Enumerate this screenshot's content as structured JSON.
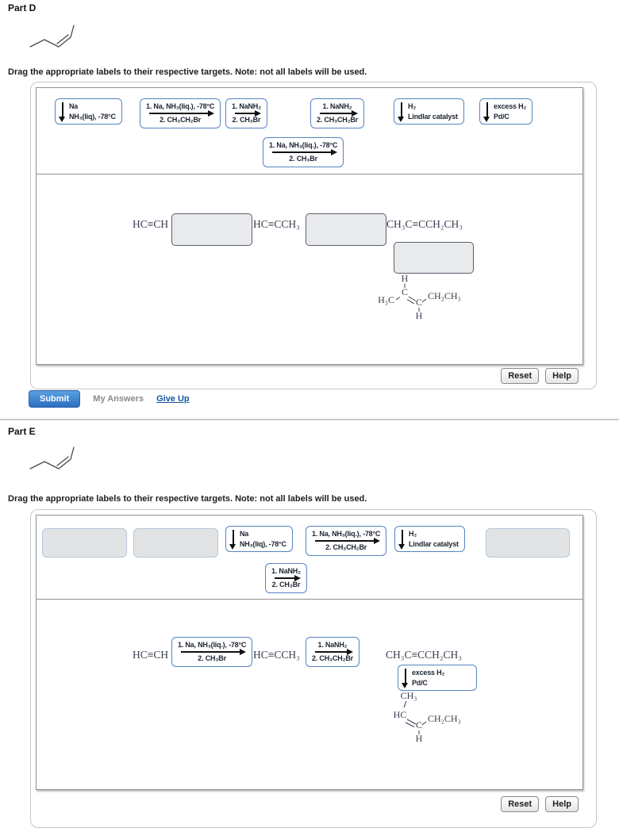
{
  "colors": {
    "label_border": "#5585c2",
    "label_text": "#1c2430",
    "target_fill": "#e9eaeb",
    "submit_blue": "#2d6fc0",
    "link_blue": "#15569d"
  },
  "partD": {
    "title": "Part D",
    "instruction": "Drag the appropriate labels to their respective targets. Note: not all labels will be used.",
    "bank1": [
      {
        "arrow": "down",
        "line1": "Na",
        "line2": "NH₃(liq), -78°C"
      },
      {
        "arrow": "right",
        "line1": "1. Na, NH₃(liq.), -78°C",
        "line2": "2. CH₃CH₂Br"
      },
      {
        "arrow": "right",
        "line1": "1. NaNH₂",
        "line2": "2. CH₃Br"
      },
      {
        "arrow": "right",
        "line1": "1. NaNH₂",
        "line2": "2. CH₃CH₂Br"
      },
      {
        "arrow": "down",
        "line1": "H₂",
        "line2": "Lindlar catalyst"
      },
      {
        "arrow": "down",
        "line1": "excess H₂",
        "line2": "Pd/C"
      }
    ],
    "bank2": [
      {
        "arrow": "right",
        "line1": "1. Na, NH₃(liq.), -78°C",
        "line2": "2. CH₃Br"
      }
    ],
    "formulas": {
      "f1": "HC≡CH",
      "f2": "HC≡CCH₃",
      "f3": "CH₃C≡CCH₂CH₃"
    },
    "product": {
      "top": "H",
      "c1": "C",
      "left": "H₃C",
      "c2": "C",
      "right": "CH₂CH₃",
      "bottom": "H"
    },
    "footer": {
      "reset": "Reset",
      "help": "Help"
    },
    "actions": {
      "submit": "Submit",
      "my_answers": "My Answers",
      "give_up": "Give Up"
    }
  },
  "partE": {
    "title": "Part E",
    "instruction": "Drag the appropriate labels to their respective targets. Note: not all labels will be used.",
    "bank1": [
      {
        "arrow": "down",
        "line1": "Na",
        "line2": "NH₃(liq), -78°C"
      },
      {
        "arrow": "right",
        "line1": "1. Na, NH₃(liq.), -78°C",
        "line2": "2. CH₃CH₂Br"
      },
      {
        "arrow": "down",
        "line1": "H₂",
        "line2": "Lindlar catalyst"
      }
    ],
    "bank2": [
      {
        "arrow": "right",
        "line1": "1. NaNH₂",
        "line2": "2. CH₃Br"
      }
    ],
    "dropped": [
      {
        "arrow": "right",
        "line1": "1. Na, NH₃(liq.), -78°C",
        "line2": "2. CH₃Br"
      },
      {
        "arrow": "right",
        "line1": "1. NaNH₂",
        "line2": "2. CH₃CH₂Br"
      },
      {
        "arrow": "down",
        "line1": "excess H₂",
        "line2": "Pd/C"
      }
    ],
    "formulas": {
      "f1": "HC≡CH",
      "f2": "HC≡CCH₃",
      "f3": "CH₃C≡CCH₂CH₃"
    },
    "product": {
      "top": "CH₃",
      "left": "HC",
      "c2": "C",
      "right": "CH₂CH₃",
      "bottom": "H"
    },
    "footer": {
      "reset": "Reset",
      "help": "Help"
    }
  }
}
